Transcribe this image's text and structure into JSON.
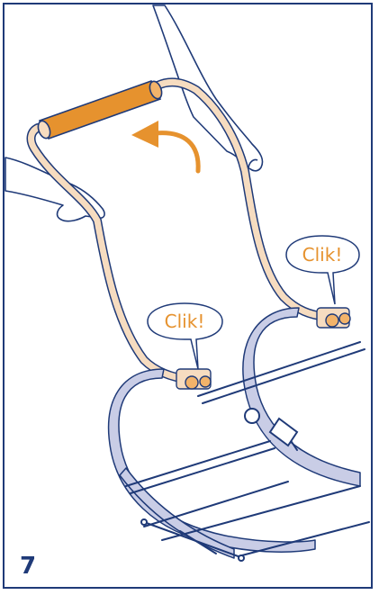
{
  "step_number": "7",
  "callouts": [
    "Clik!",
    "Clik!"
  ],
  "colors": {
    "frame": "#1f3a78",
    "line": "#1f3a78",
    "handle_foam": "#e6922e",
    "handle_tube": "#f6dcc0",
    "arrow": "#e6922e",
    "callout_text": "#e6922e",
    "frame_fill": "#c9cde6"
  }
}
